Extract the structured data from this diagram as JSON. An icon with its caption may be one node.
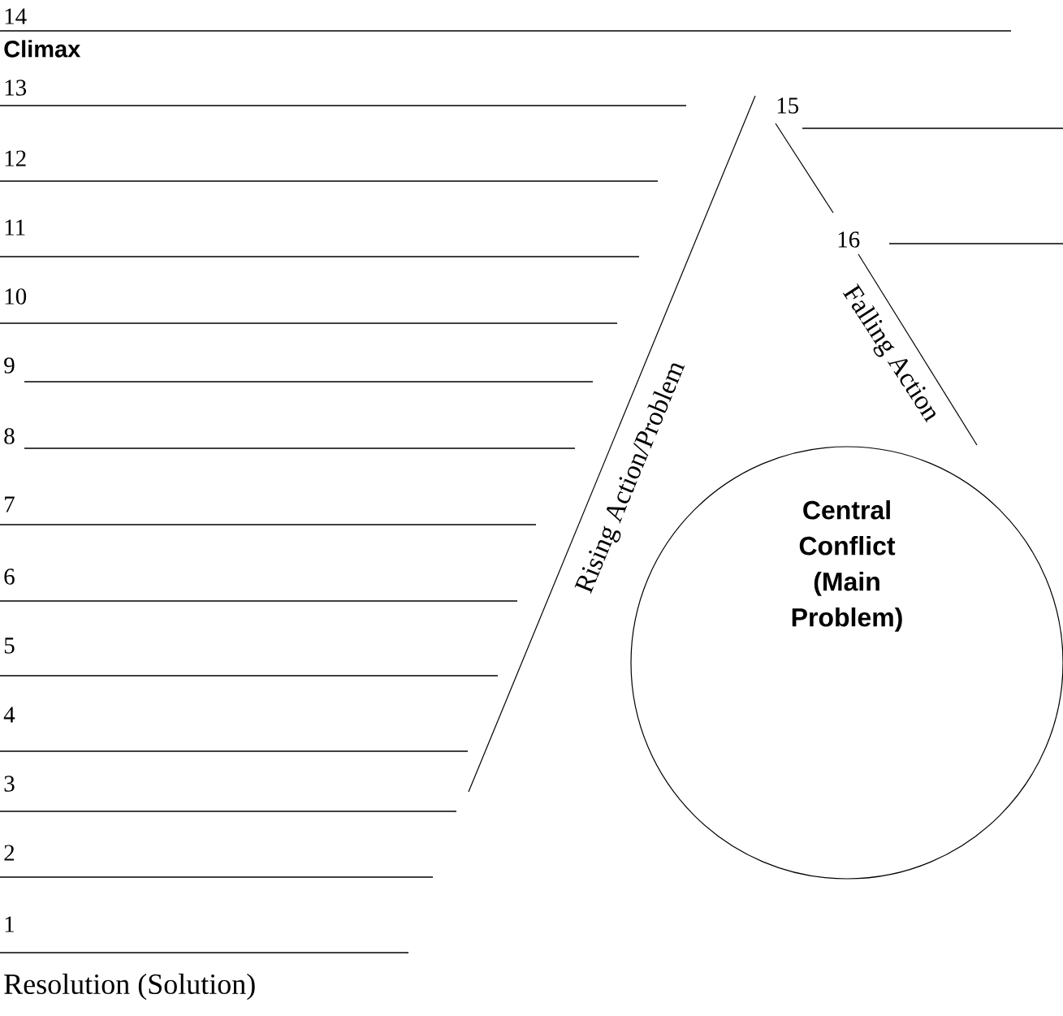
{
  "diagram": {
    "nodes": [
      {
        "text": [
          "Central Conflict (Main Problem)"
        ]
      }
    ],
    "edges": [],
    "labels": [
      "14",
      "Climax",
      "13",
      "15",
      "12",
      "11",
      "16",
      "10",
      "9",
      "8",
      "7",
      "6",
      "5",
      "4",
      "3",
      "2",
      "1",
      "Resolution (Solution)",
      "Rising Action/Problem",
      "Falling Action"
    ]
  }
}
